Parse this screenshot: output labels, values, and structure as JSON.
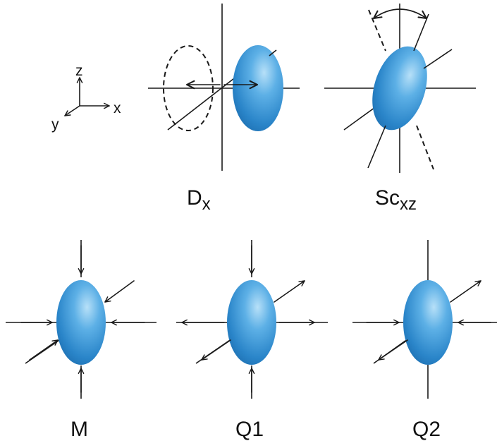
{
  "axes_key": {
    "z": "z",
    "x": "x",
    "y": "y"
  },
  "panels": [
    {
      "id": "dx",
      "label": "D",
      "subscript": "x"
    },
    {
      "id": "scxz",
      "label": "Sc",
      "subscript": "xz"
    },
    {
      "id": "m",
      "label": "M"
    },
    {
      "id": "q1",
      "label": "Q1"
    },
    {
      "id": "q2",
      "label": "Q2"
    }
  ],
  "colors": {
    "ellipsoid": "#2f8fd4",
    "ellipsoid_highlight": "#a9d8f6",
    "ellipsoid_shadow": "#1c6eb0",
    "lines": "#1a1a1a"
  }
}
